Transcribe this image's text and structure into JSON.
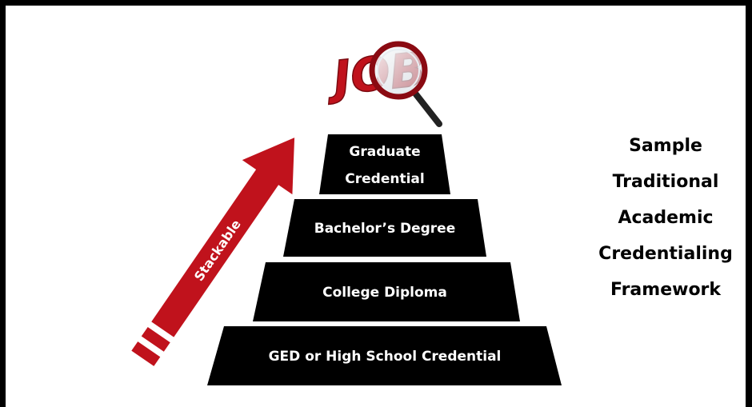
{
  "logo": {
    "text": "JOB"
  },
  "arrow": {
    "label": "Stackable"
  },
  "pyramid": {
    "levels": [
      {
        "line1": "Graduate",
        "line2": "Credential"
      },
      {
        "label": "Bachelor’s Degree"
      },
      {
        "label": "College Diploma"
      },
      {
        "label": "GED or High School Credential"
      }
    ]
  },
  "side_title": {
    "lines": [
      "Sample",
      "Traditional",
      "Academic",
      "Credentialing",
      "Framework"
    ]
  },
  "colors": {
    "accent": "#c0121c",
    "accent_dark": "#8a0a12",
    "tier_fill": "#000000",
    "tier_text": "#ffffff"
  }
}
